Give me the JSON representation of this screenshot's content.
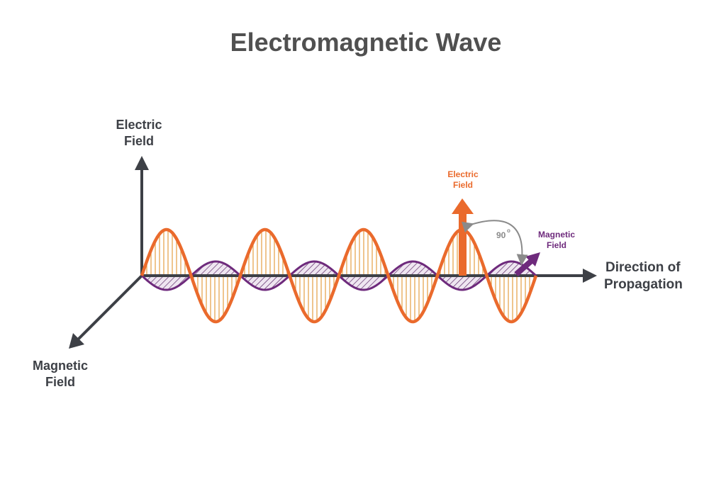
{
  "title": "Electromagnetic Wave",
  "axes": {
    "electric_field_line1": "Electric",
    "electric_field_line2": "Field",
    "magnetic_field_line1": "Magnetic",
    "magnetic_field_line2": "Field",
    "propagation_line1": "Direction of",
    "propagation_line2": "Propagation"
  },
  "inset": {
    "electric_line1": "Electric",
    "electric_line2": "Field",
    "magnetic_line1": "Magnetic",
    "magnetic_line2": "Field",
    "angle": "90",
    "angle_unit": "o"
  },
  "colors": {
    "electric_wave": "#ea6a2c",
    "electric_hatch": "#e7a651",
    "magnetic_wave": "#6e2a7c",
    "magnetic_fill": "#e7dcea",
    "axis": "#3d4046",
    "text": "#505050",
    "angle_arrow": "#8a8a8a"
  }
}
